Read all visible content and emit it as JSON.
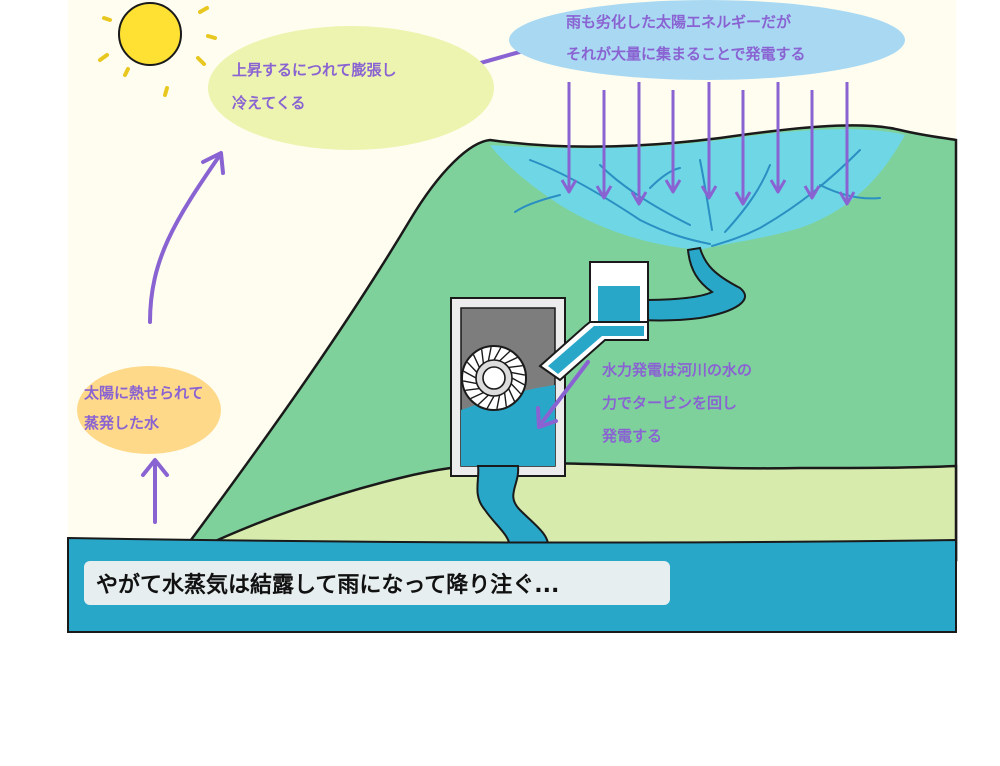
{
  "colors": {
    "sky": "#fffdf0",
    "mountain_far": "#7fd19c",
    "hill_near": "#d7ebad",
    "water": "#28a7c9",
    "lake": "#6fd6e6",
    "arrow": "#8a63d2",
    "sun": "#ffe133",
    "outline": "#1a1a1a"
  },
  "labels": {
    "evaporated_water": [
      "太陽に熱せられて",
      "蒸発した水"
    ],
    "rising_expansion": [
      "上昇するにつれて膨張し",
      "冷えてくる"
    ],
    "solar_energy": [
      "雨も劣化した太陽エネルギーだが",
      "それが大量に集まることで発電する"
    ],
    "hydropower": [
      "水力発電は河川の水の",
      "力でタービンを回し",
      "発電する"
    ]
  },
  "caption": "やがて水蒸気は結露して雨になって降り注ぐ..."
}
